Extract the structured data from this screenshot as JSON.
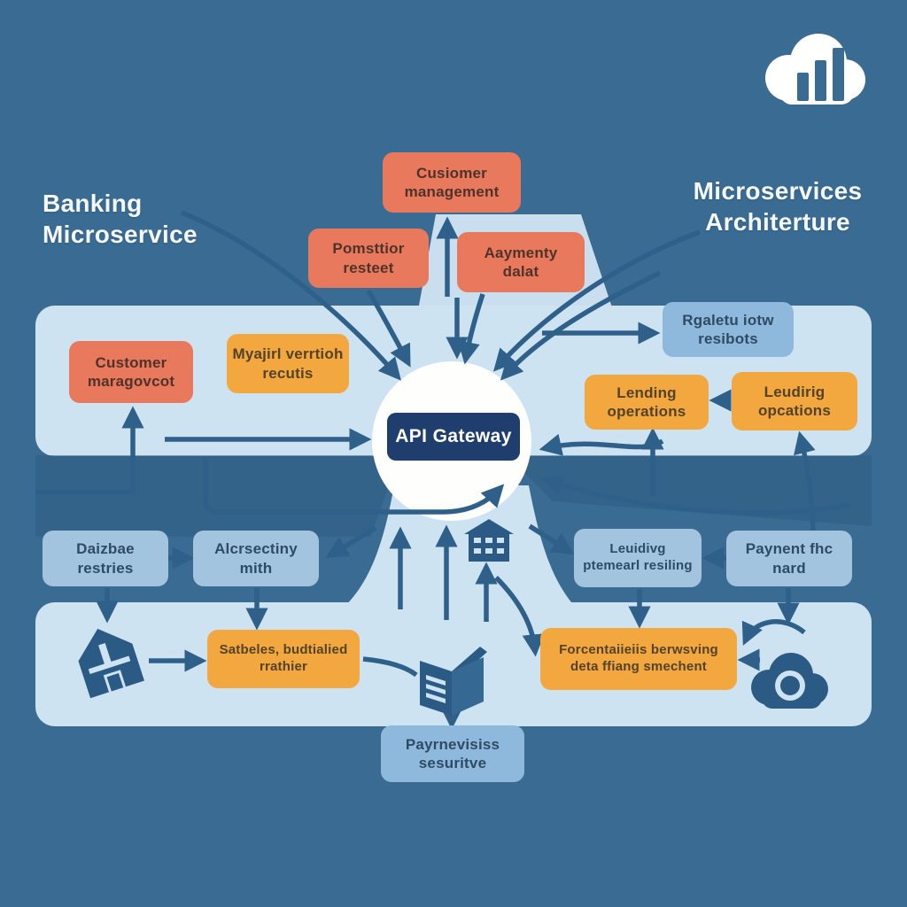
{
  "titles": {
    "left": "Banking\nMicroservice",
    "right": "Microservices\nArchiterture"
  },
  "gateway": {
    "label": "API Gateway"
  },
  "nodes": {
    "customer_management": {
      "label": "Cusiomer\nmanagement",
      "color": "#E8795C"
    },
    "pomsttior": {
      "label": "Pomsttior\nresteet",
      "color": "#E8795C"
    },
    "aaymenty": {
      "label": "Aaymenty\ndalat",
      "color": "#E8795C"
    },
    "customer_maragovcot": {
      "label": "Customer\nmaragovcot",
      "color": "#E8795C"
    },
    "myajirl": {
      "label": "Myajirl verrtioh\nrecutis",
      "color": "#F2A83E"
    },
    "rgaletu": {
      "label": "Rgaletu iotw\nresibots",
      "color": "#8FB9DC"
    },
    "lending": {
      "label": "Lending\noperations",
      "color": "#F2A83E"
    },
    "leudirig": {
      "label": "Leudirig\nopcations",
      "color": "#F2A83E"
    },
    "daizbae": {
      "label": "Daizbae\nrestries",
      "color": "#A3C4DE"
    },
    "alcrsectiny": {
      "label": "Alcrsectiny\nmith",
      "color": "#A3C4DE"
    },
    "leuidivg": {
      "label": "Leuidivg\nptemearl resiling",
      "color": "#A3C4DE"
    },
    "paynent": {
      "label": "Paynent fhc\nnard",
      "color": "#A3C4DE"
    },
    "satbeles": {
      "label": "Satbeles, budtialied\nrrathier",
      "color": "#F2A83E"
    },
    "forcentaiieiis": {
      "label": "Forcentaiieiis berwsving\ndeta ffiang smechent",
      "color": "#F2A83E"
    },
    "payrnevisiss": {
      "label": "Payrnevisiss\nsesuritve",
      "color": "#8FB9DC"
    }
  },
  "icons": [
    "cloud-bars-icon",
    "bank-building-icon",
    "house-3d-icon",
    "open-book-icon",
    "cloud-lens-icon"
  ],
  "palette": {
    "background": "#3A6B92",
    "band": "#CEE3F2",
    "circle": "#FFFFFF",
    "gateway": "#1F3E6D",
    "arrow": "#2E608A",
    "orange": "#E8795C",
    "yellow": "#F2A83E",
    "blue_box": "#A3C4DE",
    "blue_box_strong": "#8FB9DC",
    "icon_dark": "#2B5B84"
  }
}
